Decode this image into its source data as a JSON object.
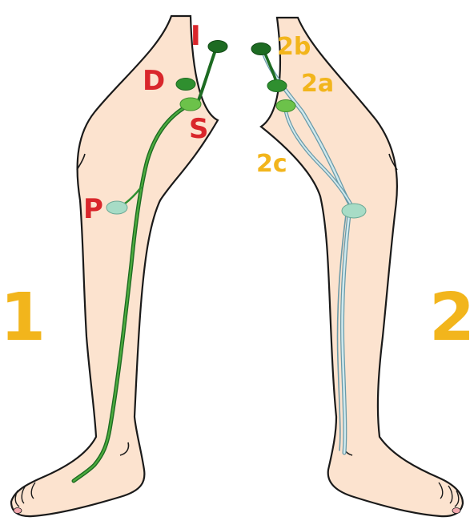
{
  "labels": {
    "I": "I",
    "D": "D",
    "S": "S",
    "P": "P",
    "v2b": "2b",
    "v2a": "2a",
    "v2c": "2c",
    "leg1": "1",
    "leg2": "2"
  },
  "colors": {
    "skin": "#fce3cf",
    "outline": "#1a1a1a",
    "red_label": "#d9262b",
    "gold_label": "#f2b51c",
    "dark_green": "#1d6b22",
    "mid_green": "#2f8f2f",
    "light_green": "#6cc24a",
    "pale_teal": "#a7dcc6",
    "light_blue": "#cfe9ee",
    "teal_line": "#6a9aa8"
  }
}
